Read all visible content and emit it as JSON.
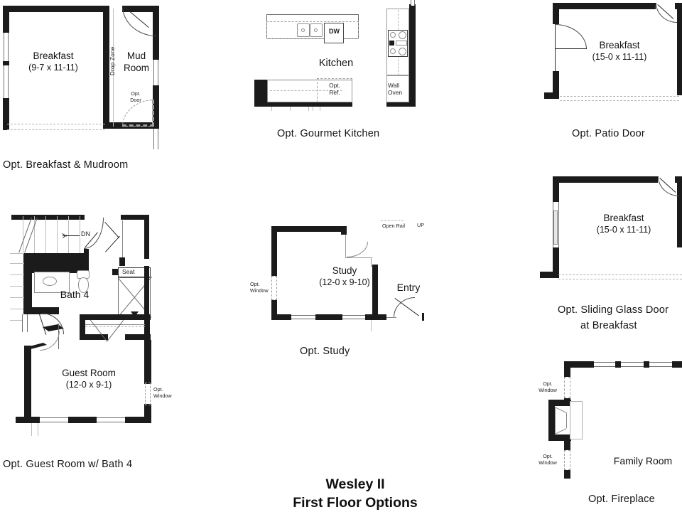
{
  "document": {
    "title_line1": "Wesley II",
    "title_line2": "First Floor Options"
  },
  "panels": [
    {
      "id": "breakfast-mudroom",
      "caption": "Opt. Breakfast & Mudroom",
      "rooms": [
        {
          "name": "Breakfast",
          "dimensions": "(9-7 x 11-11)"
        },
        {
          "name": "Mud",
          "name2": "Room",
          "dimensions": ""
        }
      ],
      "annotations": [
        {
          "label": "Drop Zone",
          "orientation": "vertical"
        },
        {
          "label": "Opt.",
          "label2": "Door"
        }
      ]
    },
    {
      "id": "gourmet-kitchen",
      "caption": "Opt. Gourmet Kitchen",
      "rooms": [
        {
          "name": "Kitchen",
          "dimensions": ""
        }
      ],
      "annotations": [
        {
          "label": "DW"
        },
        {
          "label": "Opt.",
          "label2": "Ref."
        },
        {
          "label": "Wall",
          "label2": "Oven"
        }
      ]
    },
    {
      "id": "patio-door",
      "caption": "Opt. Patio Door",
      "rooms": [
        {
          "name": "Breakfast",
          "dimensions": "(15-0 x 11-11)"
        }
      ],
      "annotations": []
    },
    {
      "id": "guest-room-bath4",
      "caption": "Opt. Guest Room w/ Bath 4",
      "rooms": [
        {
          "name": "Bath 4",
          "dimensions": ""
        },
        {
          "name": "Guest Room",
          "dimensions": "(12-0 x 9-1)"
        }
      ],
      "annotations": [
        {
          "label": "DN"
        },
        {
          "label": "Seat"
        },
        {
          "label": "Opt.",
          "label2": "Window"
        }
      ]
    },
    {
      "id": "study",
      "caption": "Opt. Study",
      "rooms": [
        {
          "name": "Study",
          "dimensions": "(12-0 x 9-10)"
        },
        {
          "name": "Entry",
          "dimensions": ""
        }
      ],
      "annotations": [
        {
          "label": "Open Rail"
        },
        {
          "label": "UP"
        },
        {
          "label": "Opt.",
          "label2": "Window"
        }
      ]
    },
    {
      "id": "sliding-glass-door",
      "caption_line1": "Opt. Sliding Glass Door",
      "caption_line2": "at Breakfast",
      "rooms": [
        {
          "name": "Breakfast",
          "dimensions": "(15-0 x 11-11)"
        }
      ],
      "annotations": []
    },
    {
      "id": "fireplace",
      "caption": "Opt. Fireplace",
      "rooms": [
        {
          "name": "Family Room",
          "dimensions": ""
        }
      ],
      "annotations": [
        {
          "label": "Opt.",
          "label2": "Window"
        },
        {
          "label": "Opt.",
          "label2": "Window"
        }
      ]
    }
  ],
  "colors": {
    "wall": "#1b1b1b",
    "line": "#2a2a2a",
    "dashed": "#b4b4b4",
    "background": "#ffffff",
    "text": "#141414"
  }
}
